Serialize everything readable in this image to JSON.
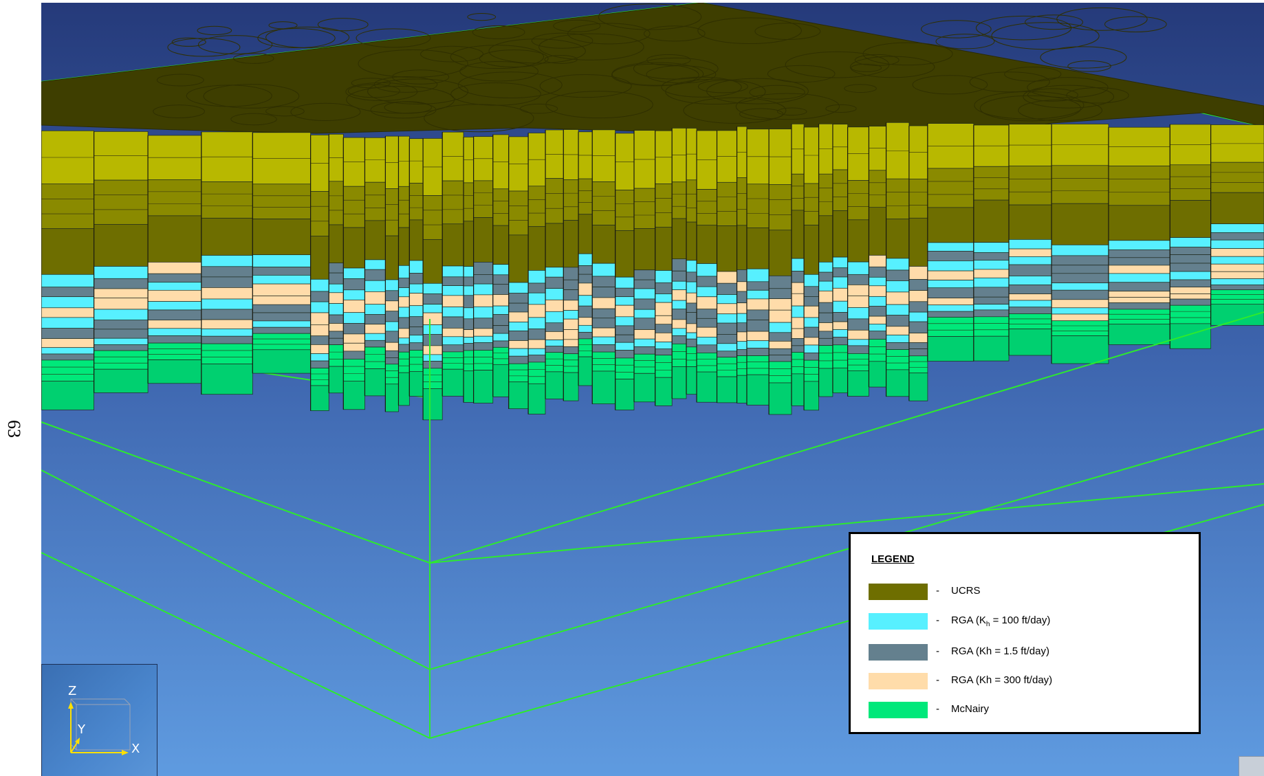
{
  "page": {
    "number": "63"
  },
  "legend": {
    "title": "LEGEND",
    "items": [
      {
        "label": "UCRS",
        "color": "#6e6e00"
      },
      {
        "label_prefix": "RGA (K",
        "label_sub": "h",
        "label_suffix": " = 100 ft/day)",
        "color": "#57f0ff"
      },
      {
        "label": "RGA (Kh = 1.5 ft/day)",
        "color": "#64808e"
      },
      {
        "label": "RGA (Kh = 300 ft/day)",
        "color": "#ffdcaa"
      },
      {
        "label": "McNairy",
        "color": "#00e87a"
      }
    ],
    "dash": "-"
  },
  "triad": {
    "z": "Z",
    "y": "Y",
    "x": "X"
  },
  "colors": {
    "background_top": "#253a7a",
    "background_bottom": "#5f9be0",
    "top_surface": "#3e3e00",
    "ucrs_face": "#b8b800",
    "ucrs_dark": "#6e6e00",
    "wireframe": "#2dea2d"
  }
}
